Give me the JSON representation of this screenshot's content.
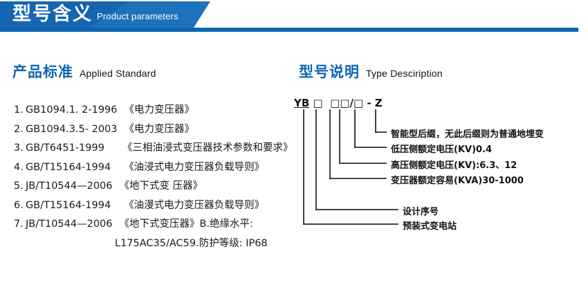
{
  "banner": {
    "title": "型号含义",
    "subtitle": "Product parameters",
    "dark_color": "#1565b0",
    "light_color": "#1d72bd",
    "rule_color": "#0d66b2"
  },
  "left_section": {
    "heading_cn": "产品标准",
    "heading_en": "Applied Standard",
    "heading_color": "#0d66b2",
    "standards": [
      {
        "num": "1.",
        "code": "GB1094.1. 2-1996",
        "name": "《电力变压器》"
      },
      {
        "num": "2.",
        "code": "GB1094.3.5- 2003",
        "name": "《电力变压器》"
      },
      {
        "num": "3.",
        "code": "GB/T6451-1999",
        "name": "《三相油浸式变压器技术参数和要求》"
      },
      {
        "num": "4.",
        "code": "GB/T15164-1994",
        "name": "《油浸式电力变压器负载导则》"
      },
      {
        "num": "5.",
        "code": "JB/T10544—2006",
        "name": "《地下式变 压器》"
      },
      {
        "num": "6.",
        "code": "GB/T15164-1994",
        "name": "《油漫式电力变压器负载导则》"
      },
      {
        "num": "7.",
        "code": "JB/T10544—2006",
        "name": "《地下式变压器》B.绝缘水平:"
      }
    ],
    "continuation": "L175AC35/AC59.防护等级: IP68"
  },
  "right_section": {
    "heading_cn": "型号说明",
    "heading_en": "Type Desciription",
    "heading_color": "#0d66b2",
    "model_code": "YB □ □□/□ - Z",
    "model_code_parts": {
      "prefix": "YB",
      "box1": "□",
      "box2": "□",
      "box3": "□",
      "slash": "/",
      "box4": "□",
      "dash": "-",
      "suffix": "Z"
    },
    "annotations": [
      {
        "text": "智能型后缀，无此后缀则为普通地埋变"
      },
      {
        "text": "低压侧额定电压(KV)0.4"
      },
      {
        "text": "高压侧额定电压(KV):6.3、12"
      },
      {
        "text": "变压器额定容易(KVA)30-1000"
      },
      {
        "text": "设计序号"
      },
      {
        "text": "预装式变电站"
      }
    ]
  }
}
